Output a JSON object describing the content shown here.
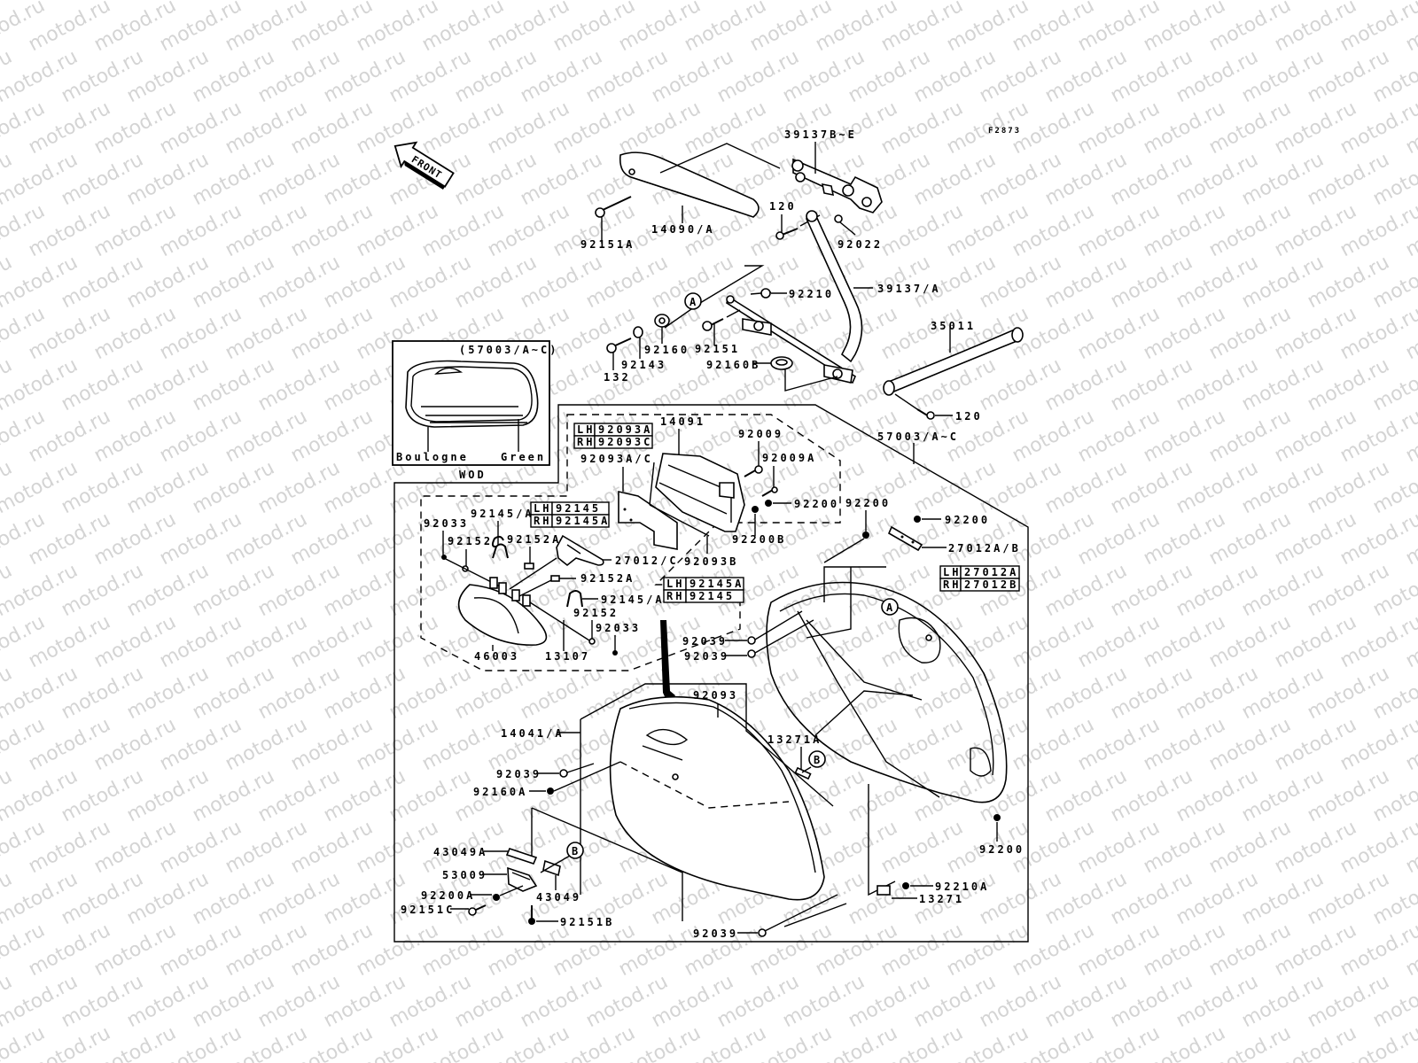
{
  "watermark": "motod.ru",
  "figure_id": "F2873",
  "front_arrow": "FRONT",
  "inset": {
    "title": "(57003/A~C)",
    "left_label": "Boulogne",
    "right_label": "Green",
    "caption": "WOD"
  },
  "circle_refs": {
    "a": "A",
    "b": "B"
  },
  "tables": {
    "t92093": [
      [
        "LH",
        "92093A"
      ],
      [
        "RH",
        "92093C"
      ]
    ],
    "t92145_top": [
      [
        "LH",
        "92145"
      ],
      [
        "RH",
        "92145A"
      ]
    ],
    "t92145_bottom": [
      [
        "LH",
        "92145A"
      ],
      [
        "RH",
        "92145"
      ]
    ],
    "t27012": [
      [
        "LH",
        "27012A"
      ],
      [
        "RH",
        "27012B"
      ]
    ]
  },
  "labels": {
    "p39137BE": "39137B~E",
    "p120_top": "120",
    "p92022": "92022",
    "p92151A": "92151A",
    "p14090A": "14090/A",
    "p39137A": "39137/A",
    "p92210": "92210",
    "p35011": "35011",
    "p92160": "92160",
    "p92151": "92151",
    "p92143": "92143",
    "p132": "132",
    "p92160B": "92160B",
    "p120_right": "120",
    "p57003": "57003/A~C",
    "p14091": "14091",
    "p92009": "92009",
    "p92009A": "92009A",
    "p92093AC": "92093A/C",
    "p92200_a": "92200",
    "p92200B": "92200B",
    "p92093B": "92093B",
    "p92200_b": "92200",
    "p92200_c": "92200",
    "p27012AB": "27012A/B",
    "p92145A_1": "92145/A",
    "p92033_1": "92033",
    "p92152_1": "92152",
    "p92152A_1": "92152A",
    "p27012C": "27012/C",
    "p92152A_2": "92152A",
    "p92145A_2": "92145/A",
    "p92152_2": "92152",
    "p92033_2": "92033",
    "p46003": "46003",
    "p13107": "13107",
    "p92039_1": "92039",
    "p92039_2": "92039",
    "p92093": "92093",
    "p14041A": "14041/A",
    "p92039_3": "92039",
    "p92160A": "92160A",
    "p13271A": "13271A",
    "p92200_d": "92200",
    "p43049A": "43049A",
    "p53009": "53009",
    "p92200A": "92200A",
    "p92151C": "92151C",
    "p43049": "43049",
    "p92151B": "92151B",
    "p92210A": "92210A",
    "p13271": "13271",
    "p92039_4": "92039"
  }
}
